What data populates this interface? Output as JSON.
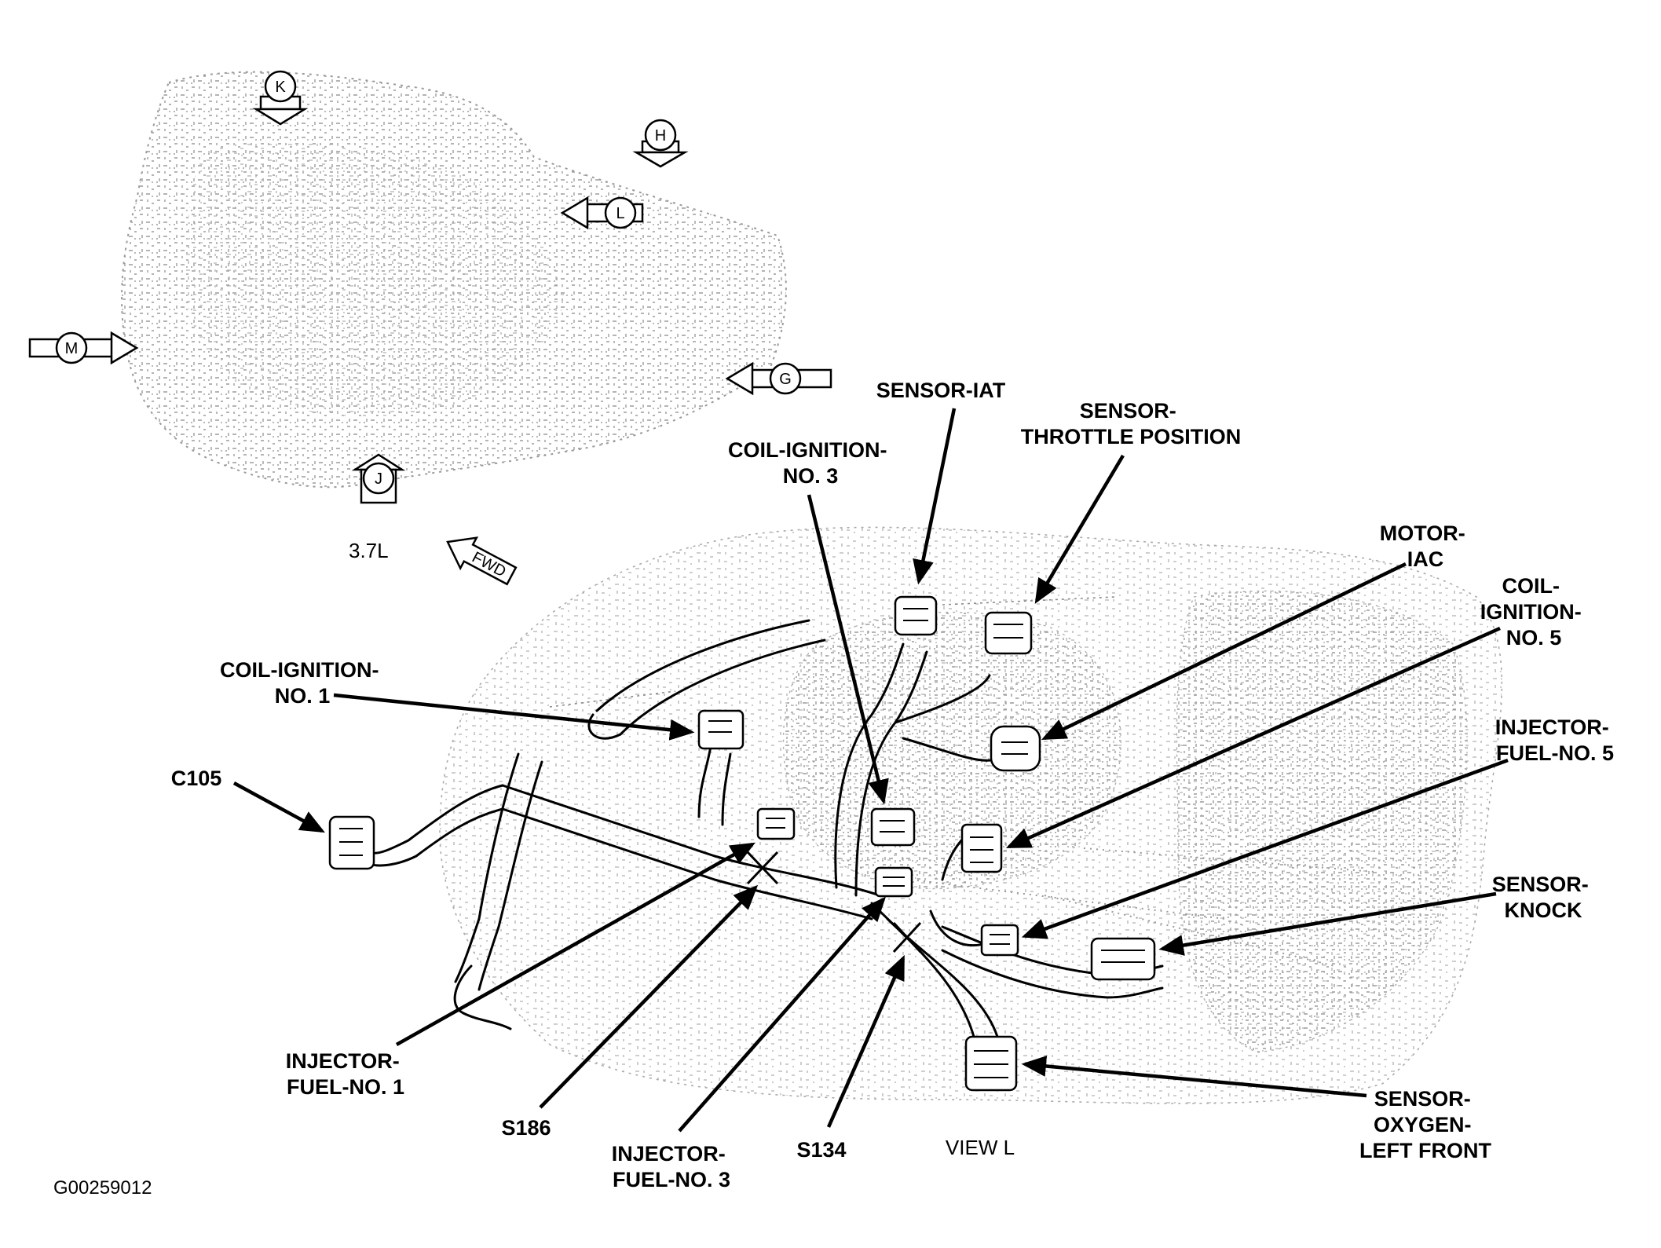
{
  "figure_id": "G00259012",
  "engine": "3.7L",
  "view_label": "VIEW L",
  "forward_label": "FWD",
  "view_letters": [
    "K",
    "H",
    "L",
    "M",
    "G",
    "J"
  ],
  "callouts": {
    "sensor_iat": [
      "SENSOR-IAT"
    ],
    "sensor_throttle": [
      "SENSOR-",
      "THROTTLE POSITION"
    ],
    "coil_3": [
      "COIL-IGNITION-",
      "NO. 3"
    ],
    "motor_iac": [
      "MOTOR-",
      "IAC"
    ],
    "coil_5": [
      "COIL-",
      "IGNITION-",
      "NO. 5"
    ],
    "coil_1": [
      "COIL-IGNITION-",
      "NO. 1"
    ],
    "injector_5": [
      "INJECTOR-",
      "FUEL-NO. 5"
    ],
    "c105": [
      "C105"
    ],
    "sensor_knock": [
      "SENSOR-",
      "KNOCK"
    ],
    "injector_1": [
      "INJECTOR-",
      "FUEL-NO. 1"
    ],
    "s186": [
      "S186"
    ],
    "injector_3": [
      "INJECTOR-",
      "FUEL-NO. 3"
    ],
    "s134": [
      "S134"
    ],
    "sensor_oxygen": [
      "SENSOR-",
      "OXYGEN-",
      "LEFT FRONT"
    ]
  }
}
